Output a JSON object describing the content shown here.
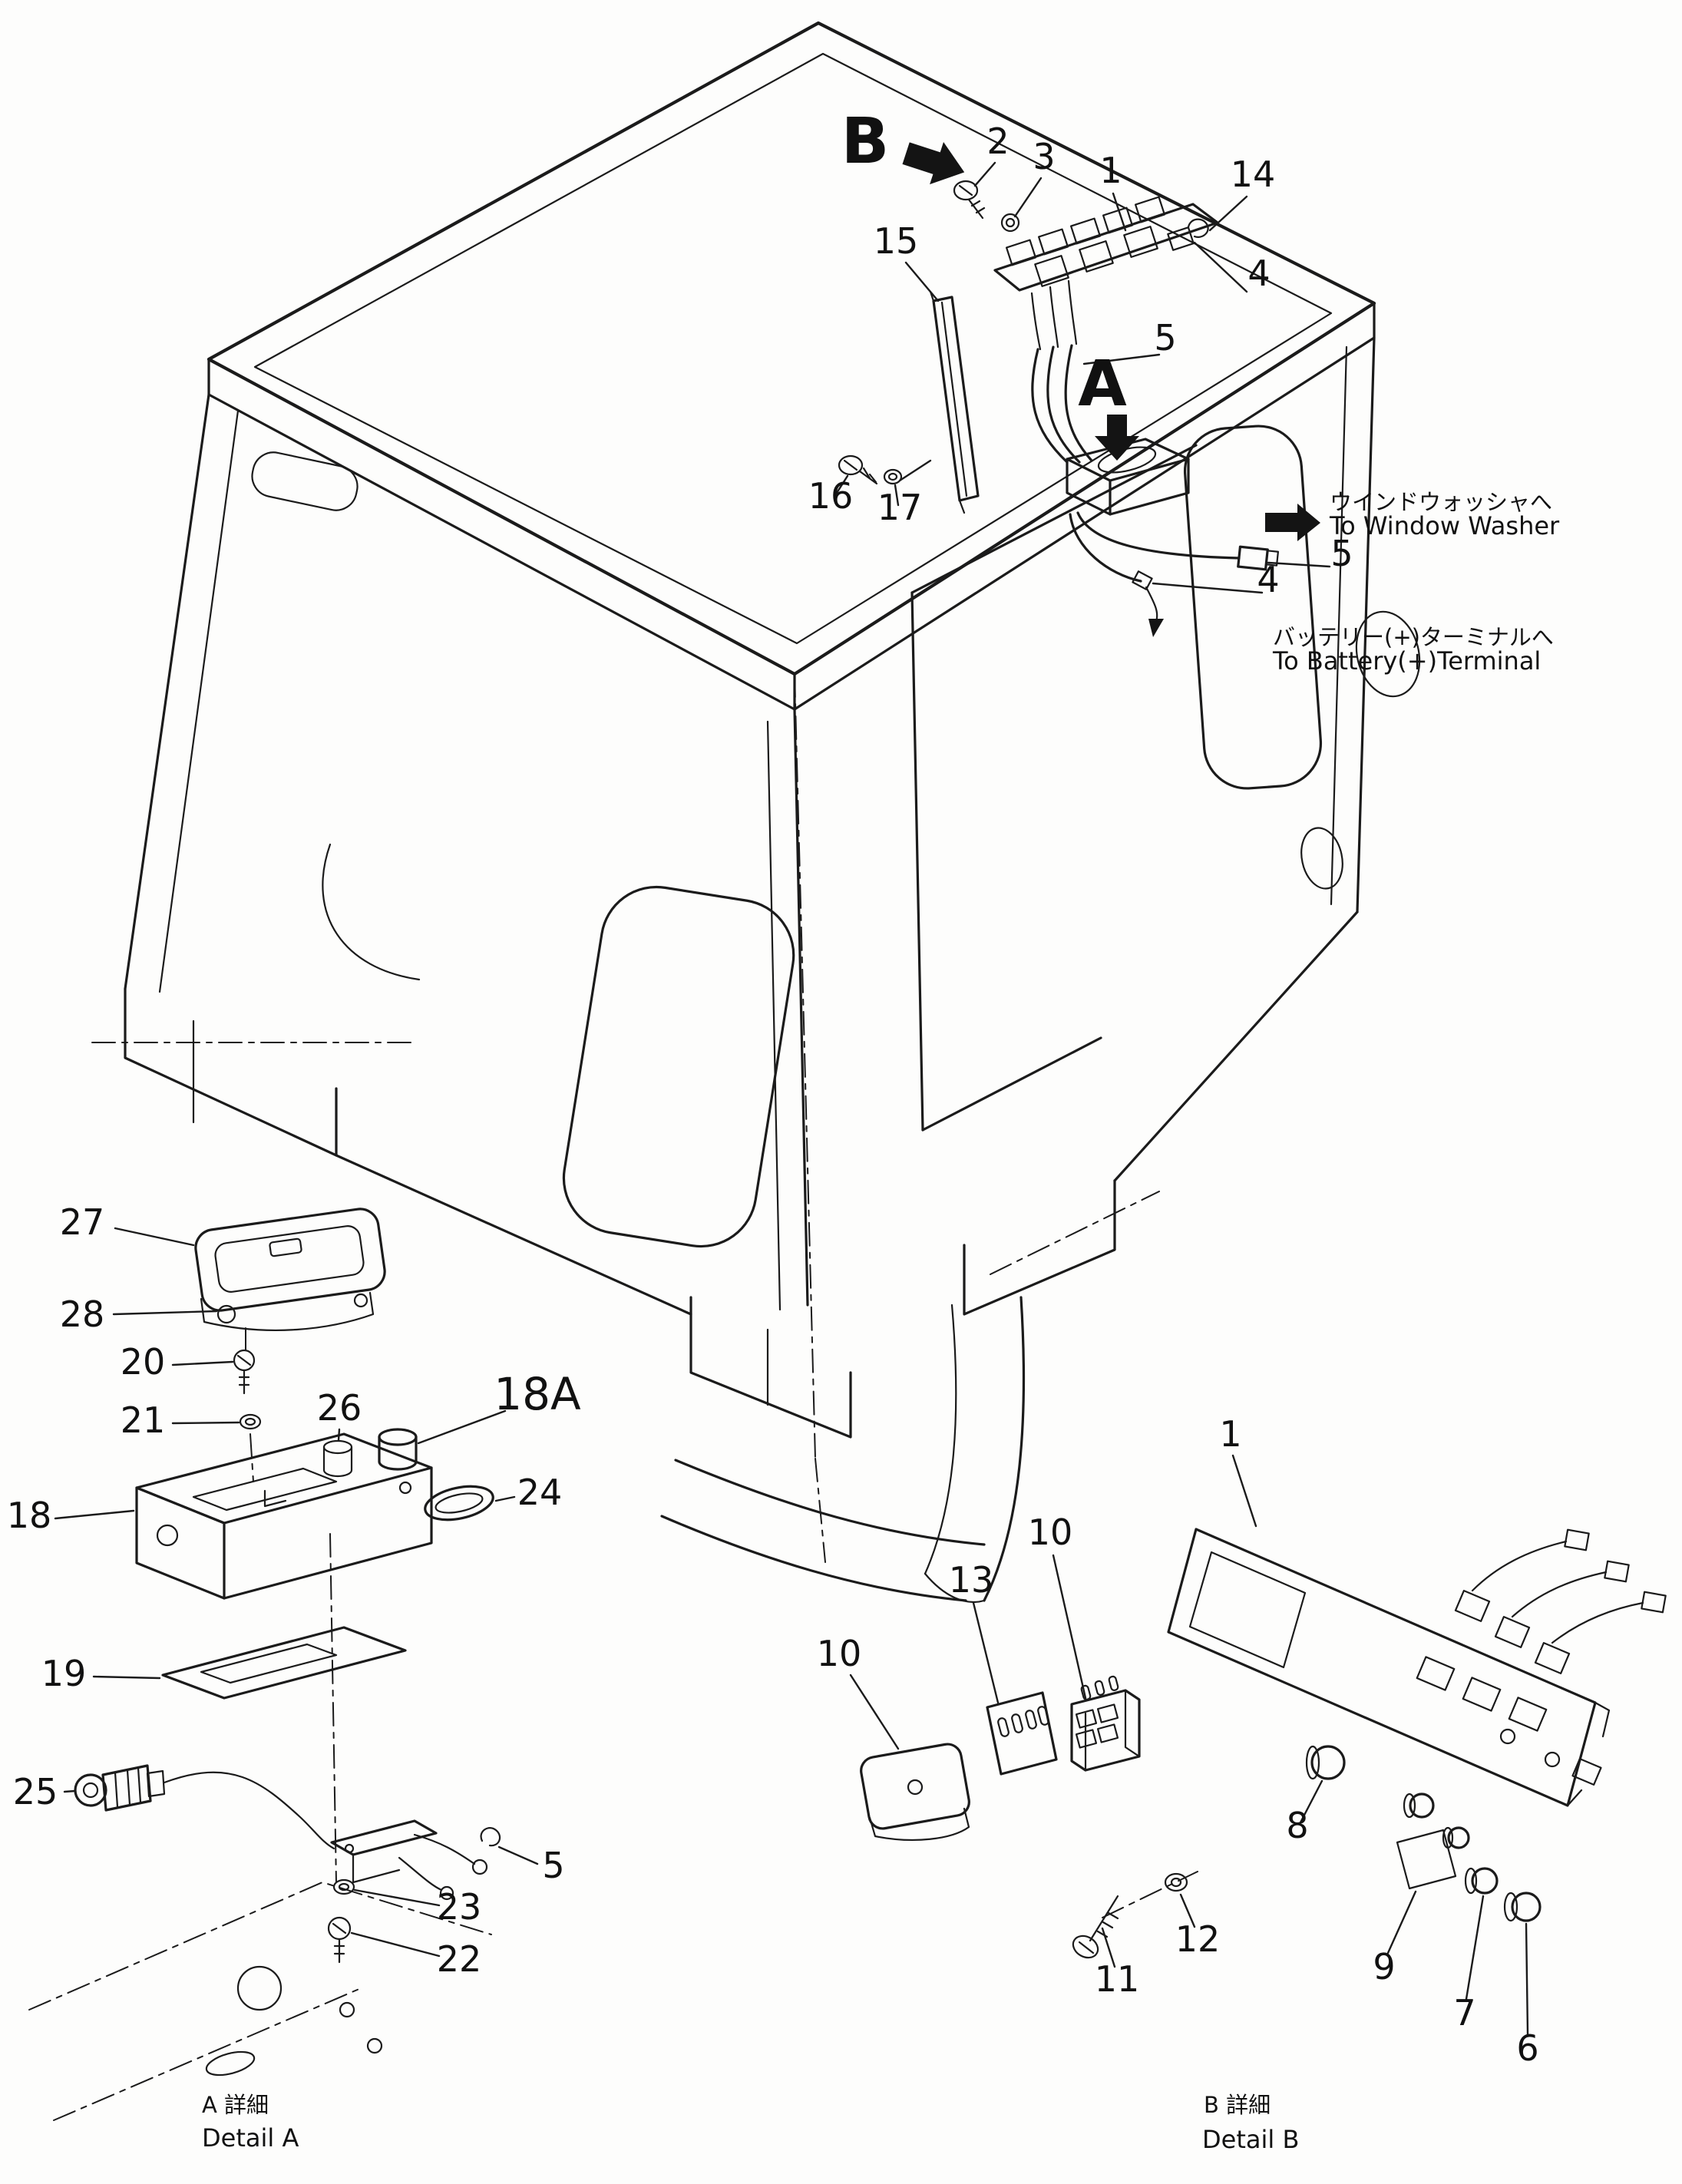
{
  "page": {
    "background": "#fdfdfc",
    "ink": "#1b1b1b"
  },
  "main_view": {
    "markers": {
      "a": "A",
      "b": "B"
    },
    "callouts": {
      "n1": "1",
      "n2": "2",
      "n3": "3",
      "n4_upper": "4",
      "n5_upper": "5",
      "n14": "14",
      "n15": "15",
      "n16": "16",
      "n17": "17",
      "n5_lower": "5",
      "n4_lower": "4"
    },
    "annotations": {
      "washer_jp": "ウインドウォッシャへ",
      "washer_en": "To Window Washer",
      "battery_jp": "バッテリー(+)ターミナルへ",
      "battery_en": "To Battery(+)Terminal"
    }
  },
  "detail_a": {
    "callouts": {
      "n27": "27",
      "n28": "28",
      "n20": "20",
      "n21": "21",
      "n26": "26",
      "n18a": "18A",
      "n24": "24",
      "n18": "18",
      "n19": "19",
      "n25": "25",
      "n5": "5",
      "n23": "23",
      "n22": "22"
    },
    "caption_jp": "A 詳細",
    "caption_en": "Detail A"
  },
  "detail_b": {
    "callouts": {
      "n1": "1",
      "n10_block": "10",
      "n13": "13",
      "n10_cover": "10",
      "n8": "8",
      "n11": "11",
      "n12": "12",
      "n9": "9",
      "n7": "7",
      "n6": "6"
    },
    "caption_jp": "B 詳細",
    "caption_en": "Detail B"
  }
}
